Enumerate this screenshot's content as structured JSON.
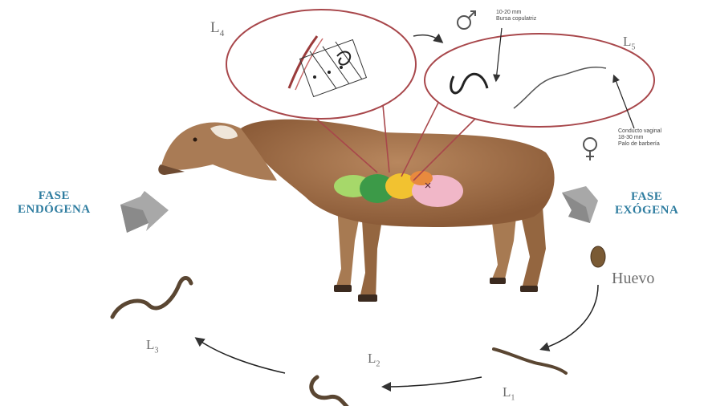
{
  "labels": {
    "l4": "L",
    "l4_sub": "4",
    "l5": "L",
    "l5_sub": "5",
    "l3": "L",
    "l3_sub": "3",
    "l2": "L",
    "l2_sub": "2",
    "l1": "L",
    "l1_sub": "1",
    "huevo": "Huevo"
  },
  "phases": {
    "endogena_line1": "FASE",
    "endogena_line2": "ENDÓGENA",
    "exogena_line1": "FASE",
    "exogena_line2": "EXÓGENA"
  },
  "notes": {
    "male_line1": "10-20 mm",
    "male_line2": "Bursa copulatriz",
    "female_line1": "Conducto vaginal",
    "female_line2": "18-30 mm",
    "female_line3": "Palo de barbería"
  },
  "colors": {
    "circle_stroke": "#a8474b",
    "phase_text": "#2f7da0",
    "label_text": "#6e6e6e",
    "sheep_body": "#a0714a",
    "worm": "#5a4632"
  }
}
